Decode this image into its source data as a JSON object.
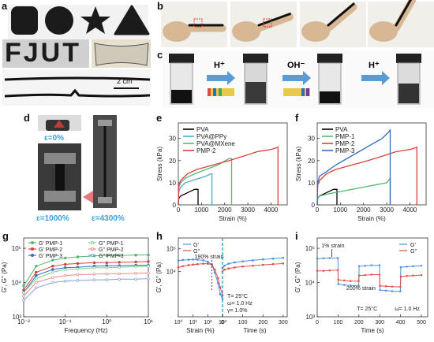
{
  "panel_labels": {
    "a": "a",
    "b": "b",
    "c": "c",
    "d": "d",
    "e": "e",
    "f": "f",
    "g": "g",
    "h": "h",
    "i": "i"
  },
  "panel_a": {
    "text": "FJUT",
    "scale_bar": "2 cm"
  },
  "panel_c": {
    "acid": "H⁺",
    "base": "OH⁻",
    "acid2": "H⁺"
  },
  "panel_d": {
    "eps0": "ε=0%",
    "eps1000": "ε=1000%",
    "eps4300": "ε=4300%"
  },
  "chart_data": [
    {
      "id": "e",
      "type": "line",
      "xlabel": "Strain (%)",
      "ylabel": "Stress (kPa)",
      "xlim": [
        0,
        4700
      ],
      "ylim": [
        0,
        37
      ],
      "xticks": [
        0,
        1000,
        2000,
        3000,
        4000
      ],
      "yticks": [
        0,
        10,
        20,
        30
      ],
      "legend": "top-left",
      "series": [
        {
          "name": "PVA",
          "color": "#000000",
          "x": [
            0,
            20,
            100,
            300,
            500,
            700,
            800,
            850,
            850
          ],
          "y": [
            0,
            3,
            4,
            5,
            6,
            7,
            7,
            7,
            0
          ]
        },
        {
          "name": "PVA@PPy",
          "color": "#4fa8c8",
          "x": [
            0,
            20,
            100,
            300,
            600,
            900,
            1200,
            1400,
            1450,
            1450
          ],
          "y": [
            0,
            6,
            8,
            10,
            11,
            12,
            13,
            14,
            14,
            0
          ]
        },
        {
          "name": "PVA@MXene",
          "color": "#54b872",
          "x": [
            0,
            20,
            100,
            300,
            700,
            1200,
            1700,
            2200,
            2300,
            2300
          ],
          "y": [
            0,
            8,
            10,
            12,
            14,
            16,
            18,
            21,
            21,
            0
          ]
        },
        {
          "name": "PMP-2",
          "color": "#d9413c",
          "x": [
            0,
            20,
            100,
            400,
            800,
            1500,
            2200,
            2800,
            3400,
            4000,
            4300,
            4300
          ],
          "y": [
            0,
            9,
            11,
            14,
            16,
            18,
            20,
            22,
            24,
            25,
            26,
            0
          ]
        }
      ]
    },
    {
      "id": "f",
      "type": "line",
      "xlabel": "Strain (%)",
      "ylabel": "Stress (kPa)",
      "xlim": [
        0,
        4700
      ],
      "ylim": [
        0,
        37
      ],
      "xticks": [
        0,
        1000,
        2000,
        3000,
        4000
      ],
      "yticks": [
        0,
        10,
        20,
        30
      ],
      "legend": "top-left",
      "series": [
        {
          "name": "PVA",
          "color": "#000000",
          "x": [
            0,
            20,
            100,
            300,
            500,
            700,
            800,
            850,
            850
          ],
          "y": [
            0,
            3,
            4,
            5,
            6,
            7,
            7,
            7,
            0
          ]
        },
        {
          "name": "PMP-1",
          "color": "#54b872",
          "x": [
            0,
            20,
            100,
            500,
            1000,
            1500,
            2000,
            2500,
            3000,
            3150,
            3150
          ],
          "y": [
            0,
            3,
            4,
            5,
            6,
            7,
            8,
            9,
            10,
            12,
            0
          ]
        },
        {
          "name": "PMP-2",
          "color": "#d9413c",
          "x": [
            0,
            20,
            100,
            400,
            800,
            1500,
            2200,
            2800,
            3400,
            4000,
            4300,
            4300
          ],
          "y": [
            0,
            9,
            11,
            14,
            16,
            18,
            20,
            22,
            24,
            25,
            26,
            0
          ]
        },
        {
          "name": "PMP-3",
          "color": "#2f6fc0",
          "x": [
            0,
            20,
            100,
            400,
            800,
            1300,
            1800,
            2300,
            2800,
            3100,
            3150,
            3150
          ],
          "y": [
            0,
            10,
            13,
            15,
            18,
            21,
            24,
            27,
            30,
            33,
            34,
            0
          ]
        }
      ]
    },
    {
      "id": "g",
      "type": "line",
      "xlabel": "Frequency (Hz)",
      "ylabel": "G', G'' (Pa)",
      "xscale": "log",
      "yscale": "log",
      "xlim": [
        0.01,
        10
      ],
      "ylim": [
        1000,
        200000
      ],
      "xtick_labels": [
        "10⁻²",
        "10⁻¹",
        "10⁰",
        "10¹"
      ],
      "ytick_labels": [
        "10³",
        "10⁴",
        "10⁵"
      ],
      "legend": "top",
      "series": [
        {
          "name": "G' PMP-1",
          "color": "#54b872",
          "x": [
            0.01,
            0.02,
            0.05,
            0.1,
            0.2,
            0.5,
            1,
            2,
            5,
            10
          ],
          "y": [
            8000,
            30000,
            45000,
            52000,
            56000,
            60000,
            62000,
            62000,
            63000,
            64000
          ]
        },
        {
          "name": "G' PMP-2",
          "color": "#d9413c",
          "x": [
            0.01,
            0.02,
            0.05,
            0.1,
            0.2,
            0.5,
            1,
            2,
            5,
            10
          ],
          "y": [
            6000,
            20000,
            30000,
            34000,
            36000,
            38000,
            38000,
            39000,
            40000,
            41000
          ]
        },
        {
          "name": "G' PMP-3",
          "color": "#2f6fc0",
          "x": [
            0.01,
            0.02,
            0.05,
            0.1,
            0.2,
            0.5,
            1,
            2,
            5,
            10
          ],
          "y": [
            5000,
            16000,
            24000,
            27000,
            28000,
            30000,
            31000,
            31000,
            32000,
            32000
          ]
        },
        {
          "name": "G'' PMP-1",
          "color": "#7fd196",
          "x": [
            0.01,
            0.02,
            0.05,
            0.1,
            0.2,
            0.5,
            1,
            2,
            5,
            10
          ],
          "y": [
            5000,
            13000,
            20000,
            24000,
            25000,
            27000,
            27000,
            28000,
            29000,
            30000
          ]
        },
        {
          "name": "G'' PMP-2",
          "color": "#e98a86",
          "x": [
            0.01,
            0.02,
            0.05,
            0.1,
            0.2,
            0.5,
            1,
            2,
            5,
            10
          ],
          "y": [
            4000,
            10000,
            14000,
            16000,
            17000,
            17500,
            18000,
            18000,
            18500,
            19000
          ]
        },
        {
          "name": "G'' PMP-3",
          "color": "#7fa4d8",
          "x": [
            0.01,
            0.02,
            0.05,
            0.1,
            0.2,
            0.5,
            1,
            2,
            5,
            10
          ],
          "y": [
            3000,
            7000,
            10000,
            11000,
            11500,
            12000,
            12000,
            12500,
            12500,
            13000
          ]
        }
      ]
    },
    {
      "id": "h",
      "type": "line",
      "xlabel_left": "Strain (%)",
      "xlabel_right": "Time (s)",
      "ylabel": "G', G'' (Pa)",
      "yscale": "log",
      "ylim": [
        100,
        300000
      ],
      "ytick_labels": [
        "10⁴",
        "10⁵"
      ],
      "left_xtick_labels": [
        "10⁰",
        "10¹",
        "10²",
        "10³"
      ],
      "right_xticks": [
        0,
        100,
        200,
        300
      ],
      "annotation": "190% strain",
      "conditions": [
        "T= 25°C",
        "ω= 1.0 Hz",
        "γ= 1.0%"
      ],
      "legend": "top-left",
      "series": [
        {
          "name": "G'",
          "color": "#4a90e2",
          "x_strain": [
            1,
            2,
            5,
            10,
            20,
            50,
            100,
            190,
            300,
            500,
            700,
            1000
          ],
          "y": [
            30000,
            32000,
            33000,
            34000,
            33000,
            31000,
            27000,
            20000,
            9000,
            3000,
            1000,
            600
          ]
        },
        {
          "name": "G''",
          "color": "#e0504c",
          "x_strain": [
            1,
            2,
            5,
            10,
            20,
            50,
            100,
            190,
            300,
            500,
            700,
            1000
          ],
          "y": [
            15000,
            17000,
            19000,
            20000,
            21000,
            22000,
            22000,
            20000,
            12000,
            5000,
            2000,
            900
          ]
        },
        {
          "name": "G' recovery",
          "color": "#4a90e2",
          "x_time": [
            0,
            10,
            30,
            60,
            100,
            150,
            200,
            250,
            300
          ],
          "y": [
            14000,
            18000,
            22000,
            25000,
            28000,
            31000,
            34000,
            37000,
            40000
          ]
        },
        {
          "name": "G'' recovery",
          "color": "#e0504c",
          "x_time": [
            0,
            10,
            30,
            60,
            100,
            150,
            200,
            250,
            300
          ],
          "y": [
            10000,
            12000,
            13500,
            15000,
            16500,
            18000,
            19500,
            21000,
            22500
          ]
        }
      ]
    },
    {
      "id": "i",
      "type": "line",
      "xlabel": "Time (s)",
      "ylabel": "G', G'' (Pa)",
      "yscale": "log",
      "xlim": [
        0,
        530
      ],
      "ylim": [
        1000,
        200000
      ],
      "xticks": [
        0,
        100,
        200,
        300,
        400,
        500
      ],
      "ytick_labels": [
        "10³",
        "10⁴",
        "10⁵"
      ],
      "annotations": [
        "1% strain",
        "200% strain"
      ],
      "conditions": [
        "T= 25°C",
        "ω= 1.0 Hz"
      ],
      "legend": "top-right",
      "series": [
        {
          "name": "G'",
          "color": "#4a90e2",
          "x": [
            0,
            30,
            60,
            99,
            101,
            130,
            160,
            199,
            201,
            230,
            260,
            299,
            301,
            330,
            360,
            399,
            401,
            430,
            460,
            500
          ],
          "y": [
            50000,
            51000,
            52000,
            52000,
            9000,
            8500,
            8200,
            8000,
            30000,
            31000,
            32000,
            32000,
            6000,
            5800,
            5600,
            5500,
            28000,
            29000,
            30000,
            31000
          ]
        },
        {
          "name": "G''",
          "color": "#e0504c",
          "x": [
            0,
            30,
            60,
            99,
            101,
            130,
            160,
            199,
            201,
            230,
            260,
            299,
            301,
            330,
            360,
            399,
            401,
            430,
            460,
            500
          ],
          "y": [
            22000,
            22000,
            22500,
            23000,
            12000,
            11500,
            11000,
            11000,
            16000,
            16500,
            17000,
            17000,
            8000,
            7800,
            7600,
            7500,
            15000,
            15500,
            16000,
            16500
          ]
        }
      ]
    }
  ]
}
